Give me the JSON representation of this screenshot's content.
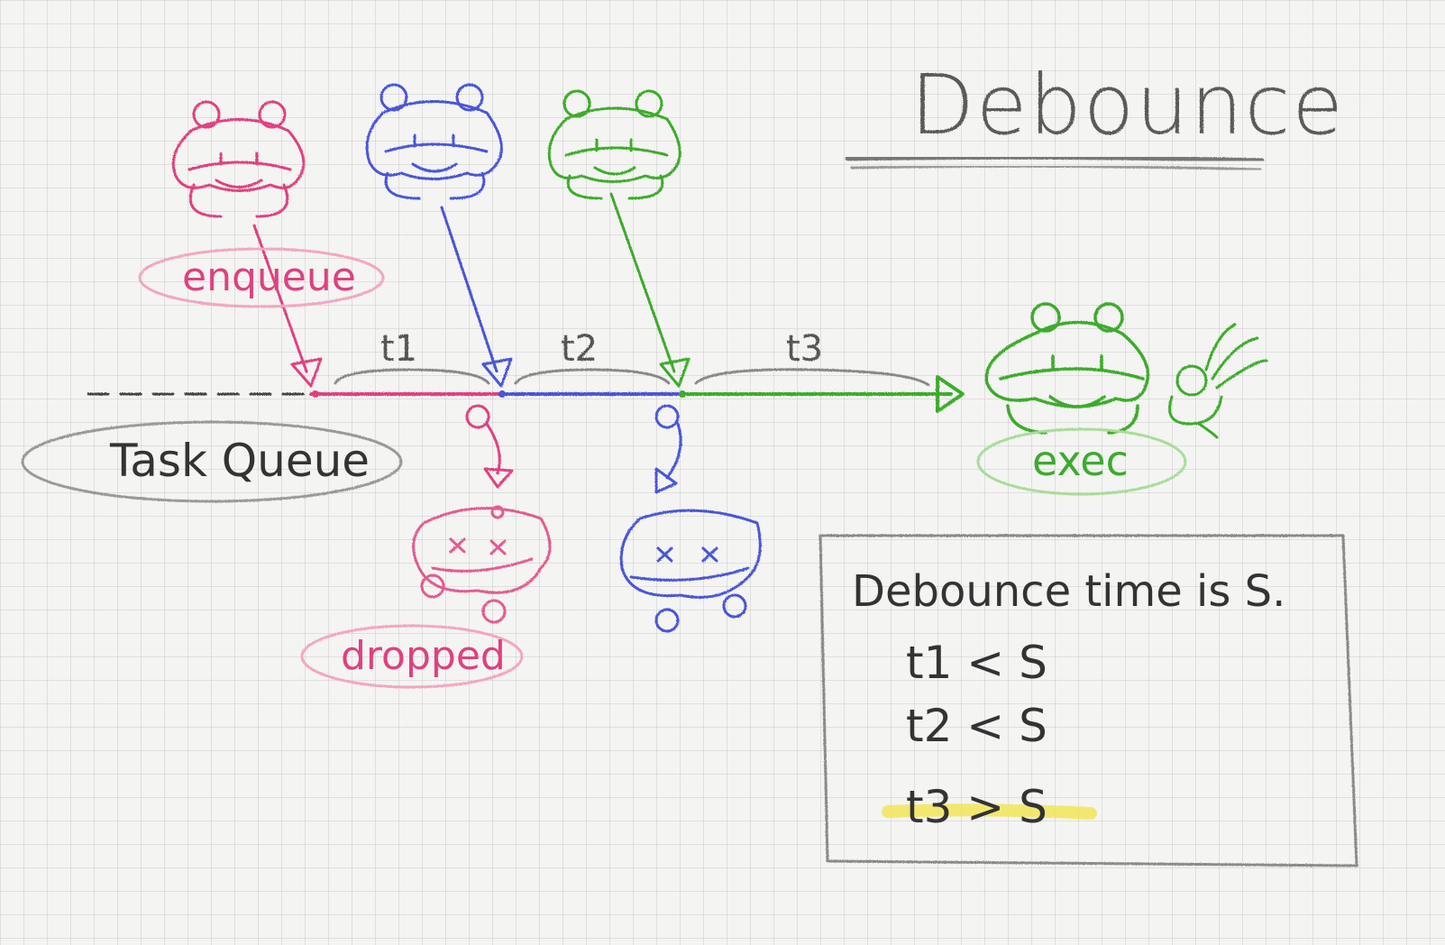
{
  "title": "Debounce",
  "colors": {
    "pink": "#e0407f",
    "blue": "#4a55d6",
    "green": "#3cab2c",
    "gray": "#555555",
    "highlight": "#f2e65a"
  },
  "queue": {
    "label": "Task Queue",
    "intervals": [
      "t1",
      "t2",
      "t3"
    ]
  },
  "events": {
    "enqueue_label": "enqueue",
    "dropped_label": "dropped",
    "exec_label": "exec"
  },
  "note": {
    "heading": "Debounce time is S.",
    "conditions": [
      "t1 < S",
      "t2 < S",
      "t3 > S"
    ]
  }
}
